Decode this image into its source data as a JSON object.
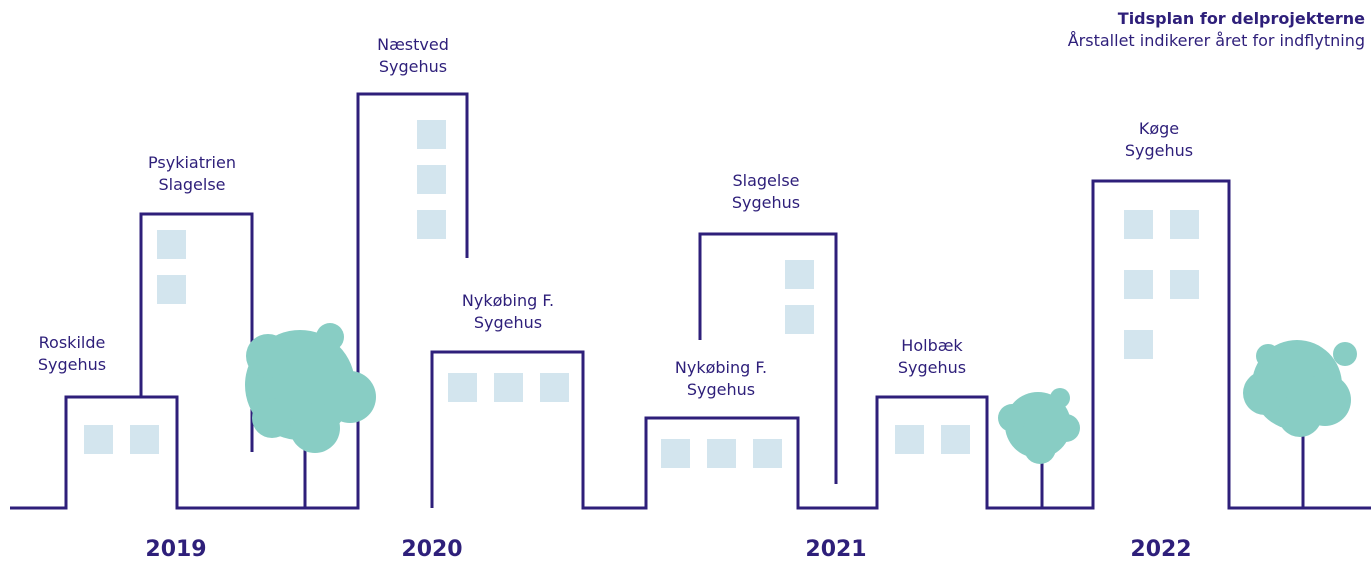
{
  "header": {
    "title": "Tidsplan for delprojekterne",
    "subtitle": "Årstallet indikerer året for indflytning"
  },
  "buildings": [
    {
      "line1": "Roskilde",
      "line2": "Sygehus"
    },
    {
      "line1": "Psykiatrien",
      "line2": "Slagelse"
    },
    {
      "line1": "Næstved",
      "line2": "Sygehus"
    },
    {
      "line1": "Nykøbing F.",
      "line2": "Sygehus"
    },
    {
      "line1": "Nykøbing F.",
      "line2": "Sygehus"
    },
    {
      "line1": "Slagelse",
      "line2": "Sygehus"
    },
    {
      "line1": "Holbæk",
      "line2": "Sygehus"
    },
    {
      "line1": "Køge",
      "line2": "Sygehus"
    }
  ],
  "years": [
    "2019",
    "2020",
    "2021",
    "2022"
  ],
  "colors": {
    "line": "#2e1f7a",
    "window": "#d3e5ee",
    "tree": "#88cdc4"
  }
}
